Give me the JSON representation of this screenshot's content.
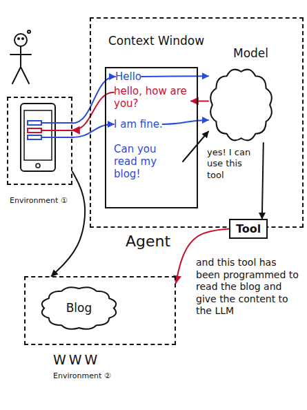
{
  "diagram": {
    "nodes": [
      {
        "text": [
          "Agent"
        ]
      },
      {
        "text": [
          "Context Window"
        ],
        "in": 0
      },
      {
        "text": [
          "Hello"
        ],
        "in": 1
      },
      {
        "text": [
          "hello, how are you?"
        ],
        "in": 1
      },
      {
        "text": [
          "I am fine."
        ],
        "in": 1
      },
      {
        "text": [
          "Can you read my blog!"
        ],
        "in": 1
      },
      {
        "text": [
          "Model"
        ],
        "in": 0
      },
      {
        "text": [
          "Tool"
        ],
        "in": 0
      },
      {
        "text": [
          "Environment ①"
        ]
      },
      {
        "text": [
          "WWW",
          "Environment ②"
        ]
      },
      {
        "text": [
          "Blog"
        ],
        "in": 9
      }
    ],
    "edges": [
      {
        "from": 8,
        "to": 2,
        "arrow": "to"
      },
      {
        "from": 3,
        "to": 8,
        "arrow": "to"
      },
      {
        "from": 8,
        "to": 4,
        "arrow": "to"
      },
      {
        "from": 2,
        "to": 6,
        "arrow": "to"
      },
      {
        "from": 6,
        "to": 3,
        "arrow": "to"
      },
      {
        "from": 4,
        "to": 6,
        "arrow": "to"
      },
      {
        "from": 5,
        "to": 6,
        "arrow": "to"
      },
      {
        "from": 6,
        "to": 7,
        "arrow": "to"
      },
      {
        "from": 7,
        "to": 9,
        "arrow": "to"
      },
      {
        "from": 8,
        "to": 9,
        "arrow": "to"
      }
    ],
    "labels": [
      "yes! I can use this tool",
      "and this tool has been programmed to read the blog and give the content to the LLM"
    ]
  }
}
